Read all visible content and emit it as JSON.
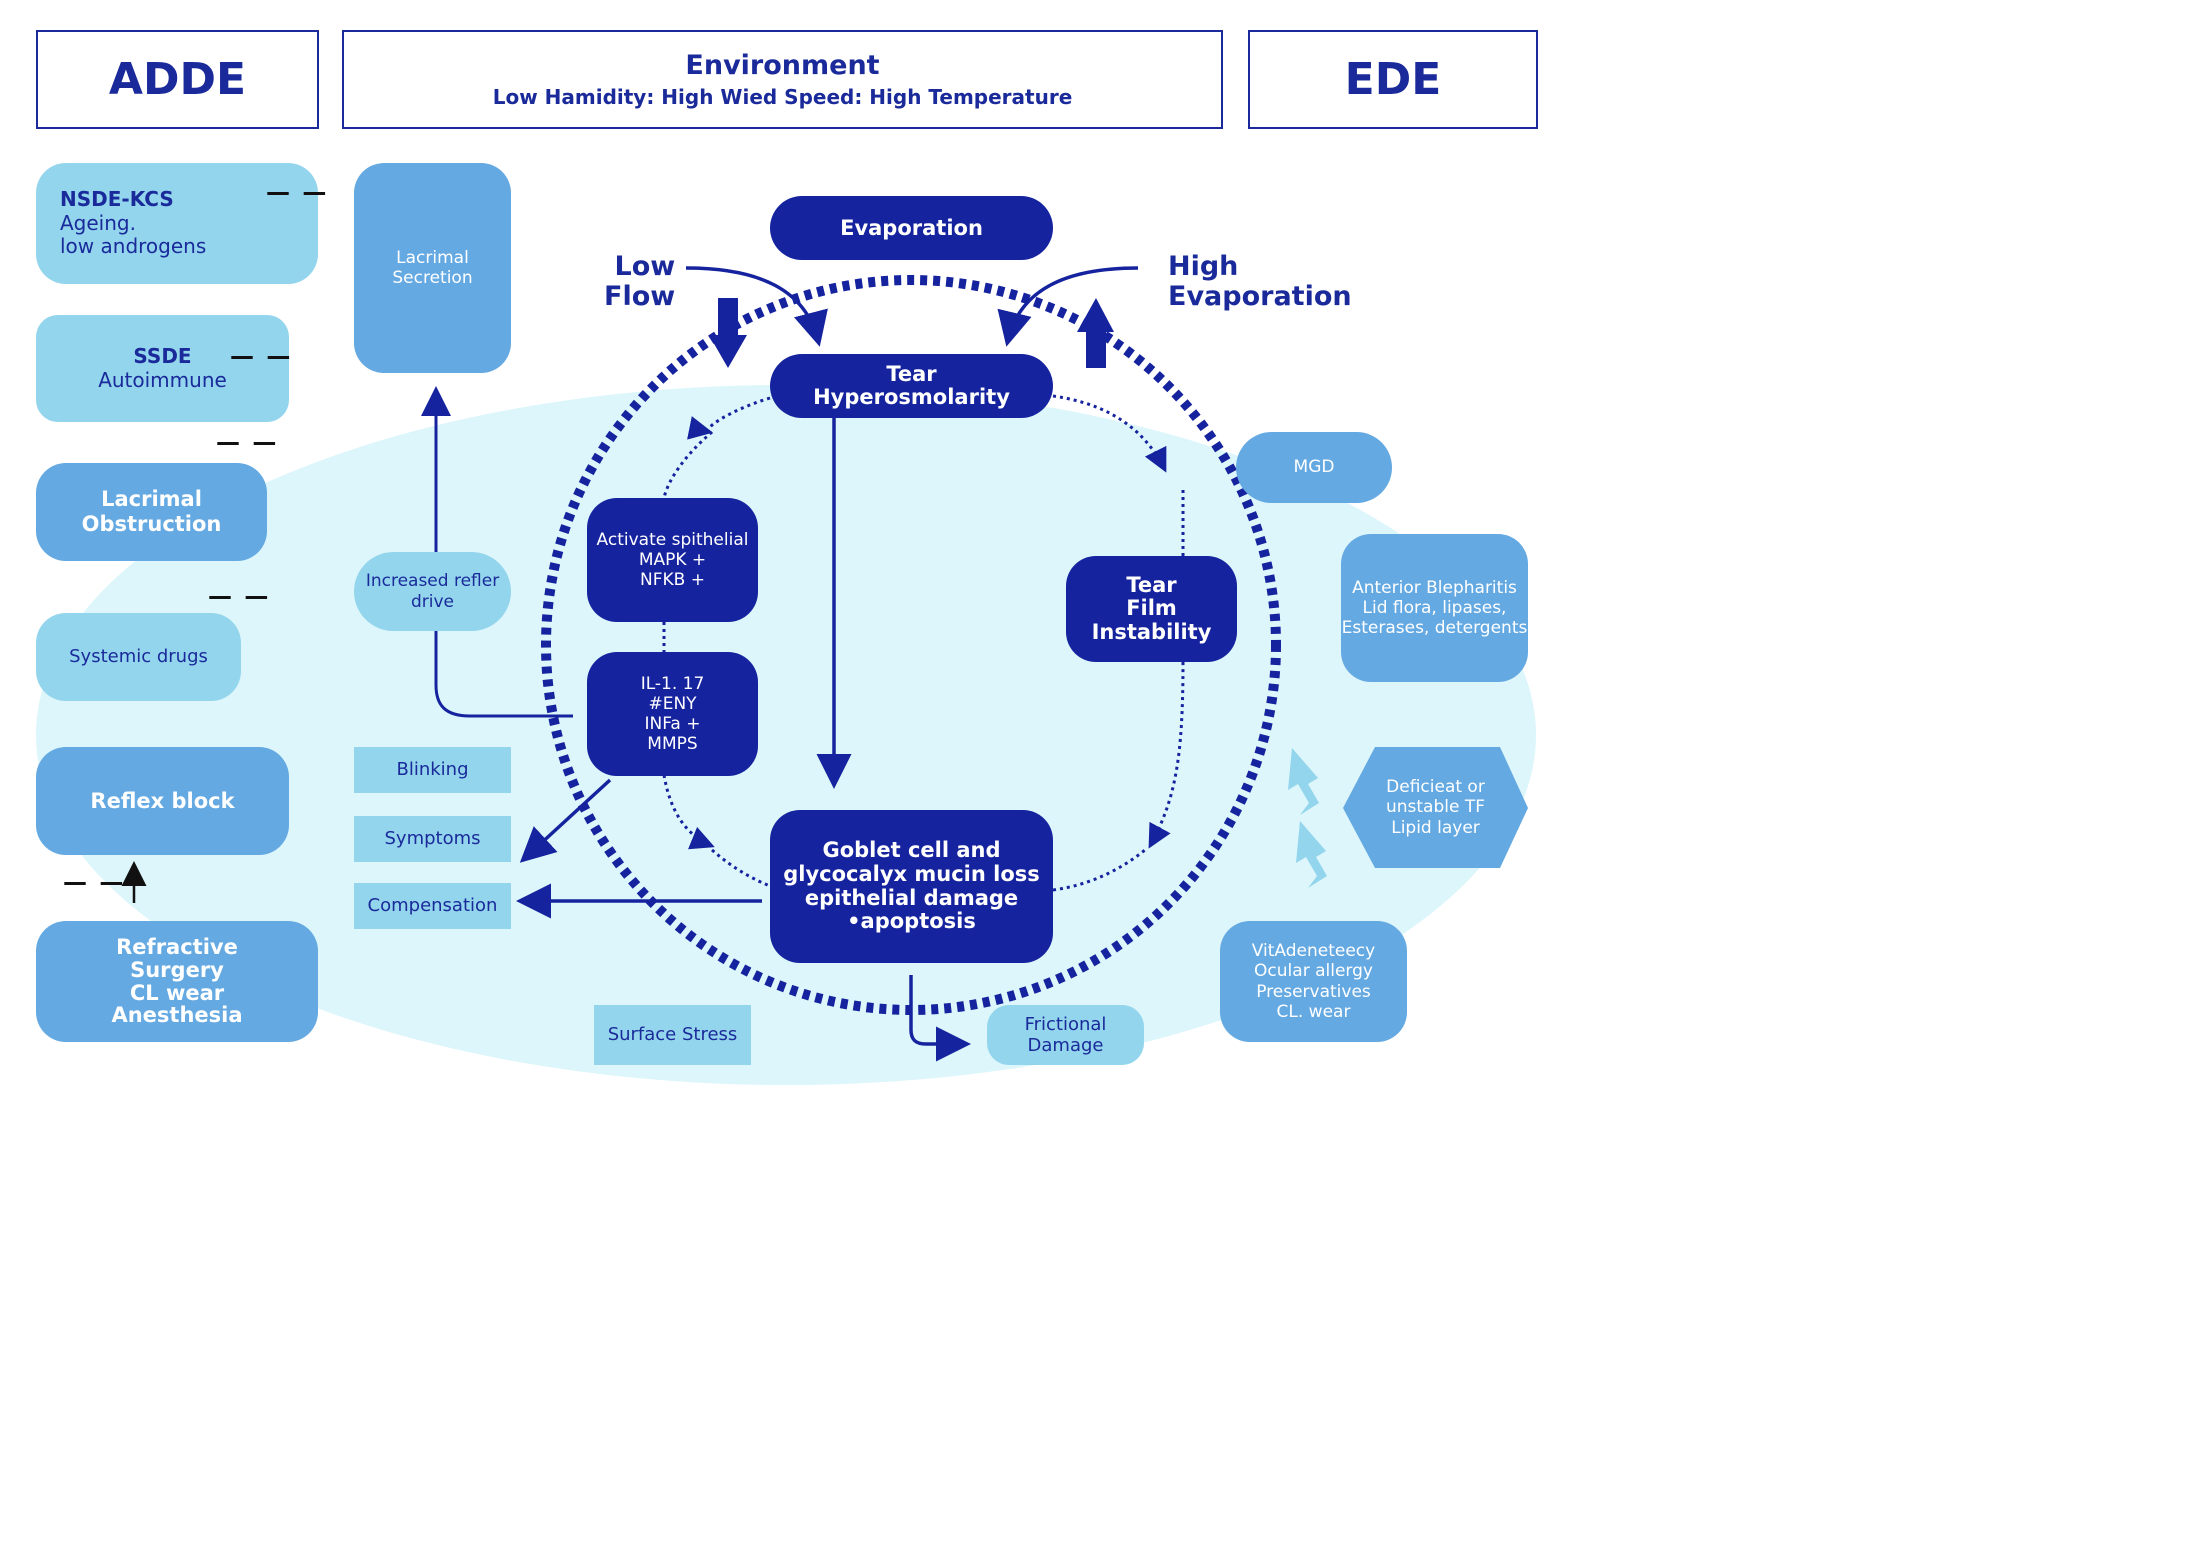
{
  "header": {
    "left": "ADDE",
    "center_title": "Environment",
    "center_subtitle": "Low Hamidity: High Wied Speed: High Temperature",
    "right": "EDE"
  },
  "left_column": {
    "nsde_title": "NSDE-KCS",
    "nsde_line1": "Ageing.",
    "nsde_line2": "low androgens",
    "ssde_title": "SSDE",
    "ssde_line1": "Autoimmune",
    "lacrimal_obstruction_line1": "Lacrimal",
    "lacrimal_obstruction_line2": "Obstruction",
    "systemic_drugs": "Systemic drugs",
    "reflex_block": "Reflex block",
    "refractive_line1": "Refractive",
    "refractive_line2": "Surgery",
    "refractive_line3": "CL wear",
    "refractive_line4": "Anesthesia",
    "dash_mark": "— —"
  },
  "mid_left": {
    "lacrimal_secretion_line1": "Lacrimal",
    "lacrimal_secretion_line2": "Secretion",
    "increased_refler_line1": "Increased refler",
    "increased_refler_line2": "drive",
    "blinking": "Blinking",
    "symptoms": "Symptoms",
    "compensation": "Compensation"
  },
  "center": {
    "evaporation": "Evaporation",
    "low_flow_line1": "Low",
    "low_flow_line2": "Flow",
    "high_evap_line1": "High",
    "high_evap_line2": "Evaporation",
    "tear_hyper_line1": "Tear",
    "tear_hyper_line2": "Hyperosmolarity",
    "activate_line1": "Activate spithelial",
    "activate_line2": "MAPK +",
    "activate_line3": "NFKB +",
    "il_line1": "IL-1. 17",
    "il_line2": "#ENY",
    "il_line3": "INFa +",
    "il_line4": "MMPS",
    "tear_film_line1": "Tear",
    "tear_film_line2": "Film",
    "tear_film_line3": "Instability",
    "goblet_line1": "Goblet cell and",
    "goblet_line2": "glycocalyx mucin loss",
    "goblet_line3": "epithelial damage",
    "goblet_line4": "•apoptosis",
    "surface_stress": "Surface Stress",
    "frictional_line1": "Frictional",
    "frictional_line2": "Damage"
  },
  "right_column": {
    "mgd": "MGD",
    "anterior_line1": "Anterior Blepharitis",
    "anterior_line2": "Lid flora, lipases,",
    "anterior_line3": "Esterases, detergents",
    "deficient_line1": "Deficieat or",
    "deficient_line2": "unstable TF",
    "deficient_line3": "Lipid layer",
    "vita_line1": "VitAdeneteecy",
    "vita_line2": "Ocular allergy",
    "vita_line3": "Preservatives",
    "vita_line4": "CL. wear"
  },
  "colors": {
    "dark_navy": "#16239e",
    "medium_blue": "#64a9e2",
    "light_blue": "#92d5ec",
    "background_cyan": "#dcf6fb",
    "outline": "#1a2a9a"
  }
}
